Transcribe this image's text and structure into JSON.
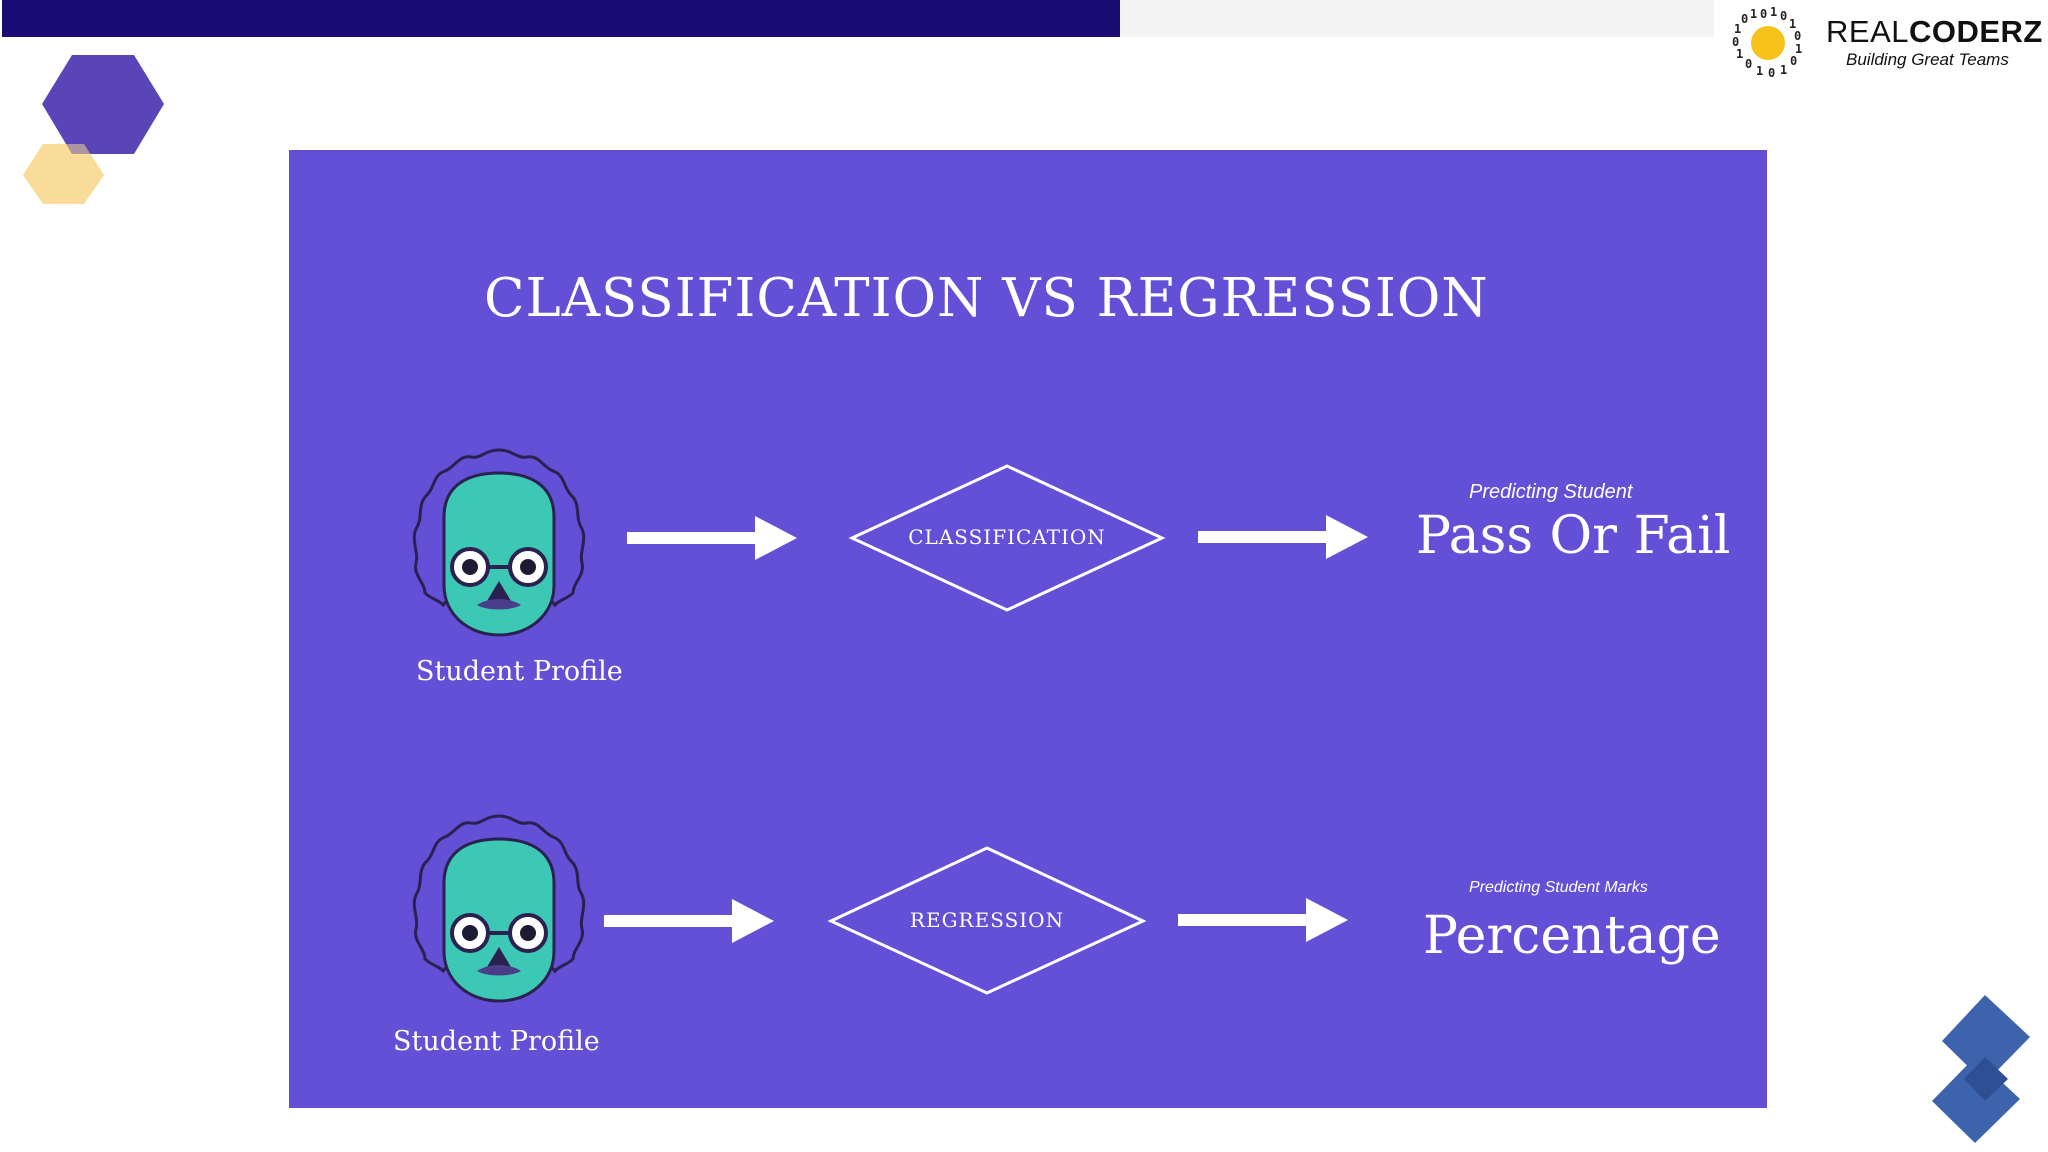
{
  "brand": {
    "name_regular": "REAL",
    "name_bold": "CODERZ",
    "tagline": "Building Great Teams",
    "colors": {
      "top_bar": "#1a0c73",
      "slide_bg": "#6350d6",
      "face": "#3cc8b4",
      "hex_purple": "#5a45b8",
      "hex_yellow": "#fbe3a6",
      "corner_blue": "#3e63ad"
    }
  },
  "slide": {
    "title": "CLASSIFICATION VS REGRESSION",
    "rows": [
      {
        "input_label": "Student Profile",
        "process_label": "CLASSIFICATION",
        "output_caption": "Predicting Student",
        "output_value": "Pass Or Fail",
        "input_icon": "student-avatar-icon"
      },
      {
        "input_label": "Student Profile",
        "process_label": "REGRESSION",
        "output_caption": "Predicting Student Marks",
        "output_value": "Percentage",
        "input_icon": "student-avatar-icon"
      }
    ]
  }
}
